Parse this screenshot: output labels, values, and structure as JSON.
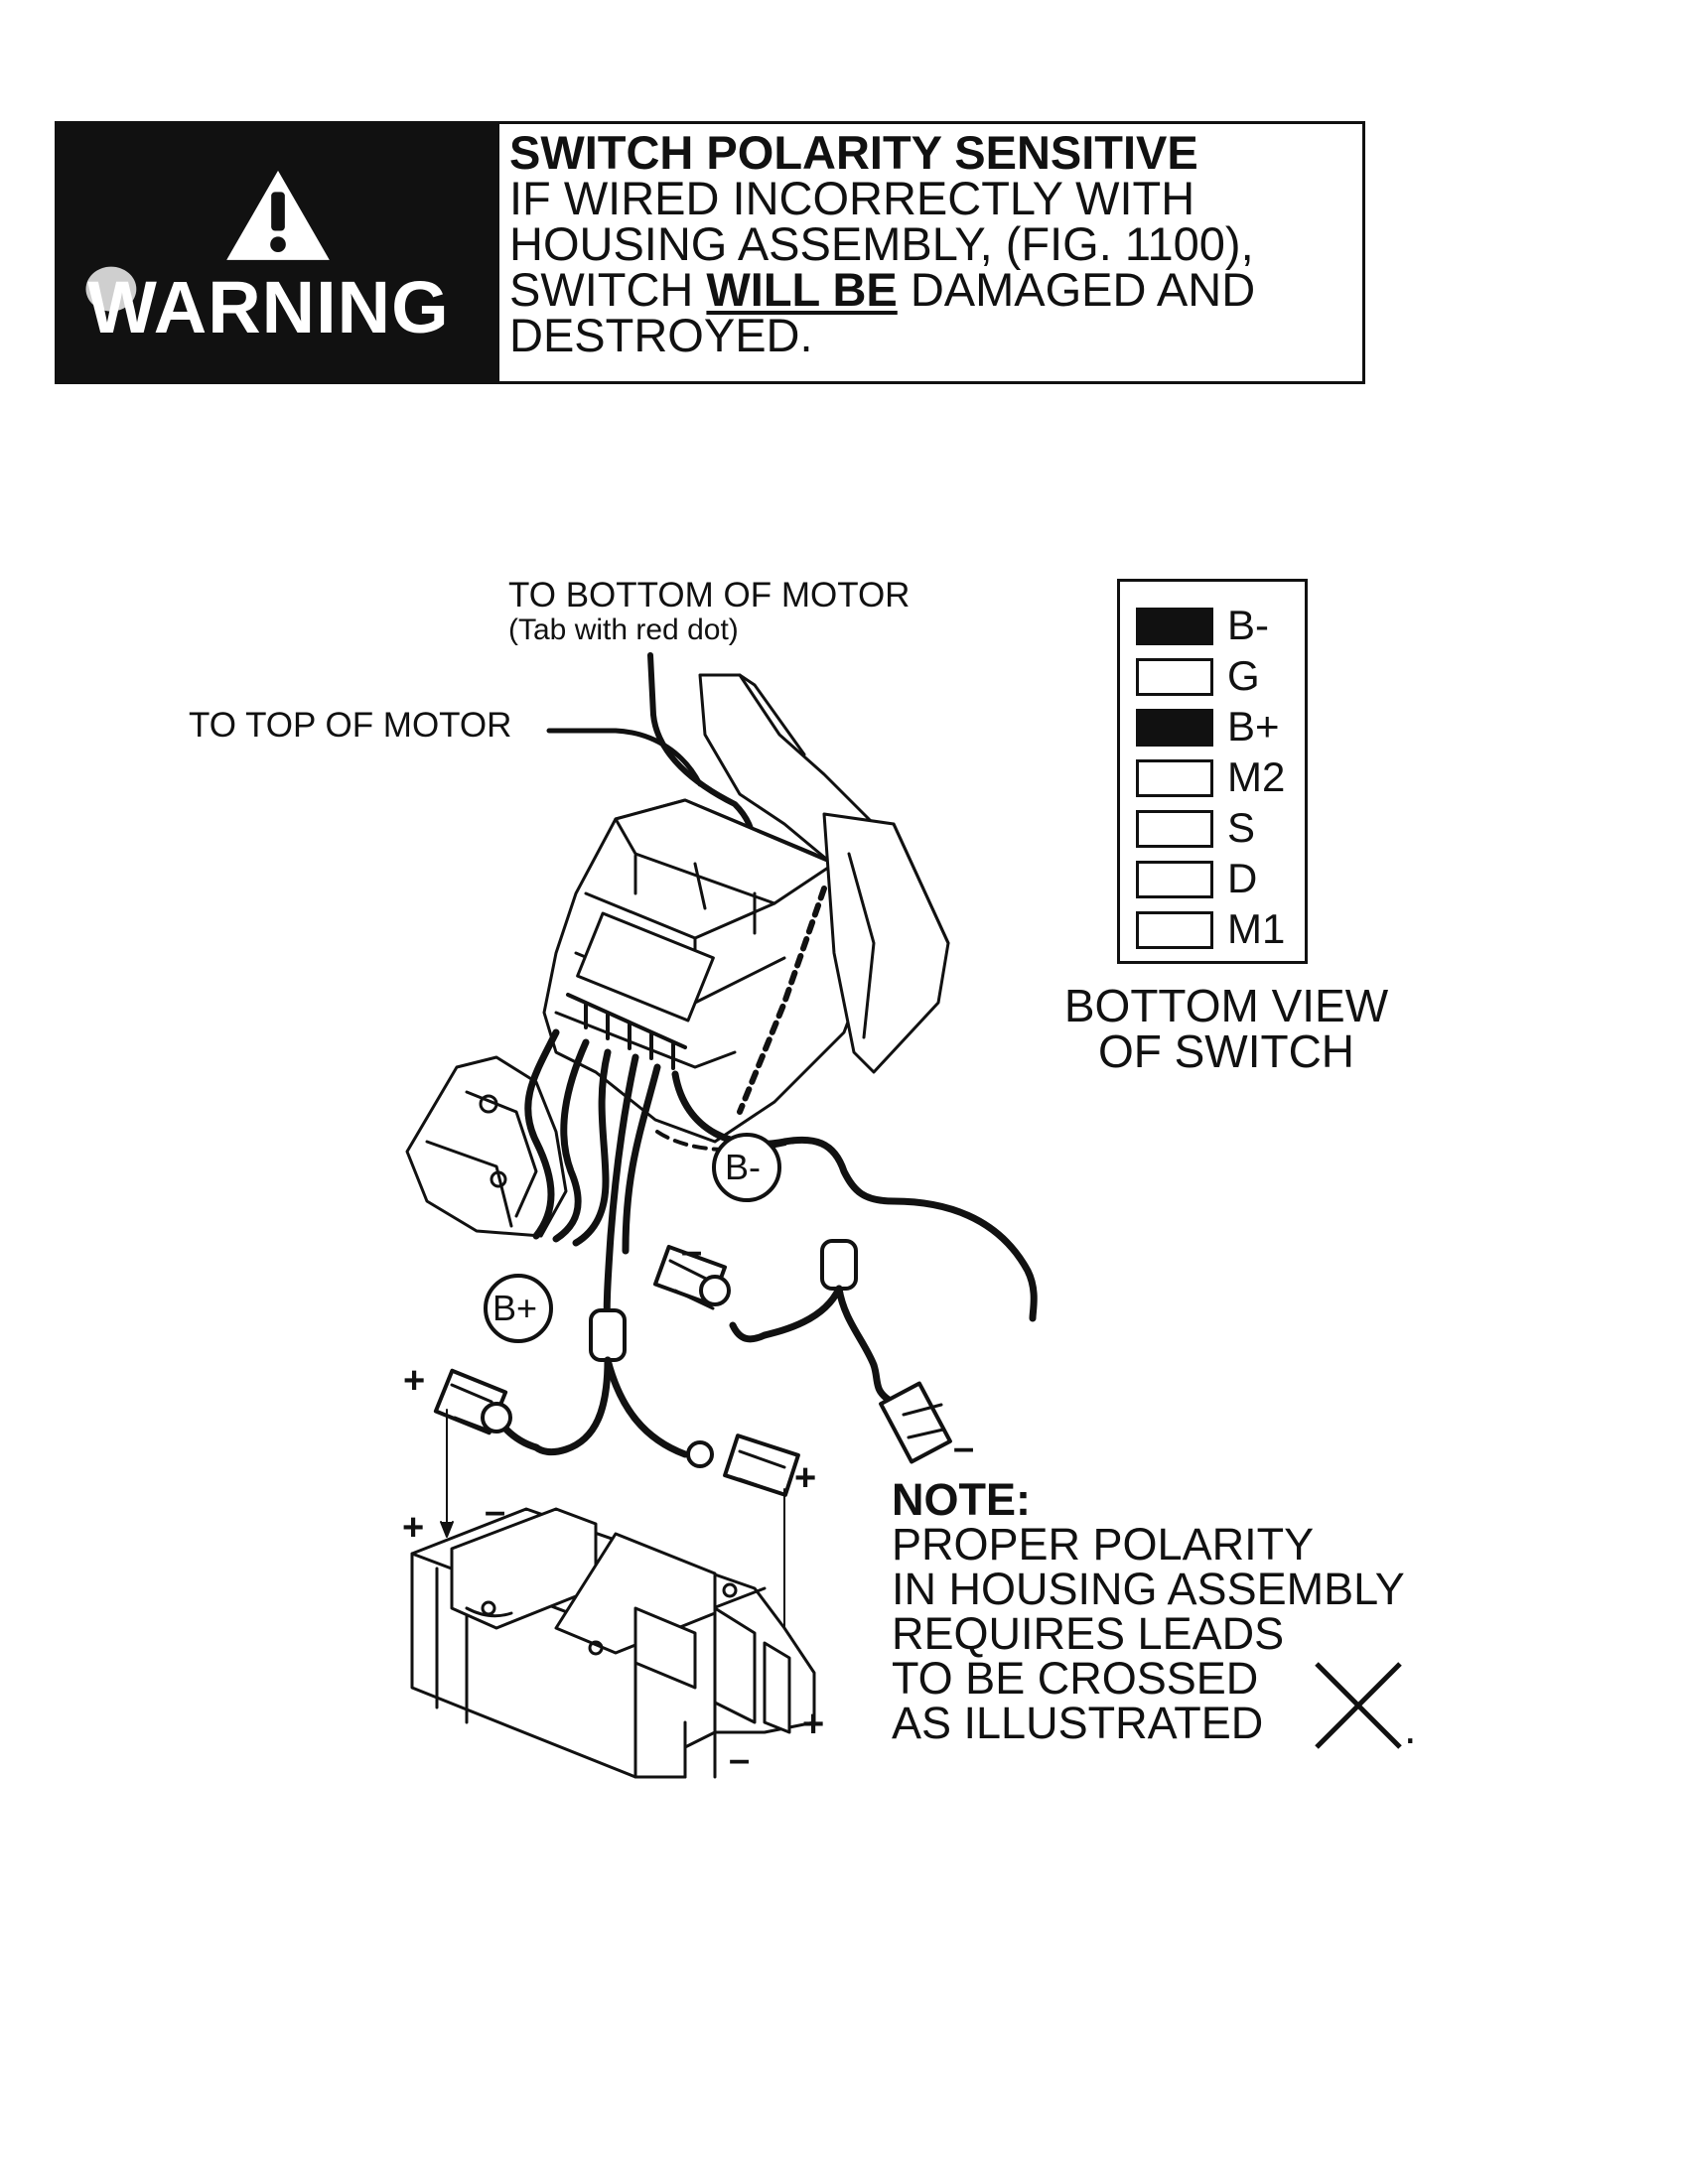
{
  "warning": {
    "word": "WARNING",
    "title": "SWITCH POLARITY SENSITIVE",
    "line1": "IF WIRED INCORRECTLY WITH",
    "line2": "HOUSING ASSEMBLY, (FIG. 1100),",
    "line3_prefix": "SWITCH ",
    "line3_emphasis": "WILL BE",
    "line3_suffix": " DAMAGED AND",
    "line4": "DESTROYED."
  },
  "motor_labels": {
    "bottom": "TO BOTTOM OF MOTOR",
    "bottom_sub": "(Tab with red dot)",
    "top": "TO TOP OF MOTOR"
  },
  "legend": {
    "items": [
      {
        "label": "B-",
        "filled": true
      },
      {
        "label": "G",
        "filled": false
      },
      {
        "label": "B+",
        "filled": true
      },
      {
        "label": "M2",
        "filled": false
      },
      {
        "label": "S",
        "filled": false
      },
      {
        "label": "D",
        "filled": false
      },
      {
        "label": "M1",
        "filled": false
      }
    ],
    "caption_line1": "BOTTOM VIEW",
    "caption_line2": "OF SWITCH"
  },
  "callouts": {
    "b_minus": "B-",
    "b_plus": "B+",
    "plus": "+",
    "minus": "–"
  },
  "note": {
    "title": "NOTE:",
    "line1": "PROPER POLARITY",
    "line2": "IN HOUSING ASSEMBLY",
    "line3": "REQUIRES LEADS",
    "line4": "TO BE CROSSED",
    "line5": "AS ILLUSTRATED",
    "end": "."
  },
  "colors": {
    "ink": "#111111",
    "paper": "#ffffff"
  }
}
